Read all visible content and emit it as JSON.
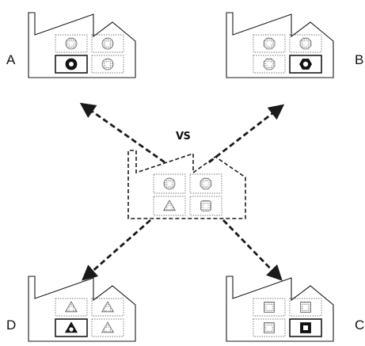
{
  "center_label": "VS",
  "factories": [
    {
      "id": "a",
      "label": "A",
      "shape": "circle",
      "odd": "circle",
      "odd_index": 2
    },
    {
      "id": "b",
      "label": "B",
      "shape": "octagon",
      "odd": "hexagon",
      "odd_index": 3
    },
    {
      "id": "d",
      "label": "D",
      "shape": "triangle",
      "odd": "triangle",
      "odd_index": 2
    },
    {
      "id": "c",
      "label": "C",
      "shape": "square",
      "odd": "square",
      "odd_index": 3
    }
  ],
  "center_cells": [
    "circle",
    "octagon",
    "triangle",
    "rounded-square"
  ],
  "connections": [
    "a",
    "b",
    "d",
    "c"
  ],
  "colors": {
    "ink": "#1a1a1a",
    "dots": "#8a8a8a",
    "fill": "#111111"
  }
}
